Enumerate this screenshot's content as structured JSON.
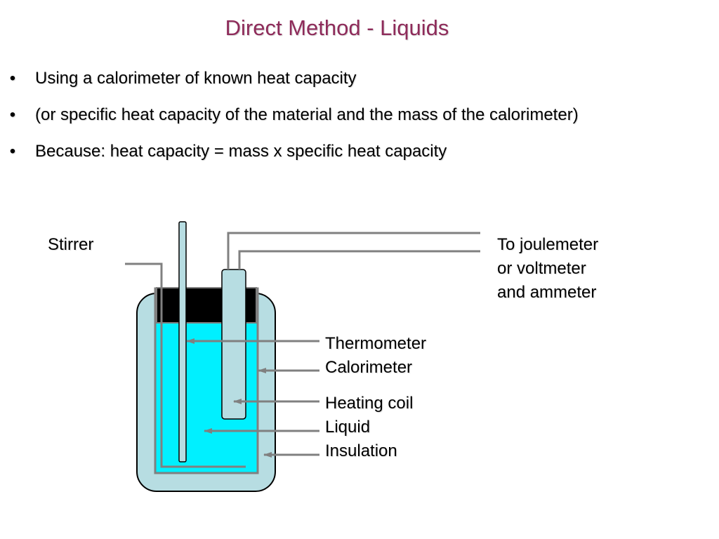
{
  "slide": {
    "title": "Direct Method - Liquids",
    "bullets": [
      "Using a calorimeter of known heat capacity",
      "(or specific heat capacity of the material and the mass of the calorimeter)",
      "Because: heat capacity = mass x specific heat  capacity"
    ],
    "bullet_symbol": "•"
  },
  "diagram": {
    "labels": {
      "stirrer": "Stirrer",
      "to_meters": [
        "To joulemeter",
        "or voltmeter",
        "and ammeter"
      ],
      "thermometer": "Thermometer",
      "calorimeter": "Calorimeter",
      "heating_coil": "Heating coil",
      "liquid": "Liquid",
      "insulation": "Insulation"
    },
    "colors": {
      "title": "#8e2b5a",
      "insulation": "#b7dde2",
      "liquid": "#00f0ff",
      "lid": "#000000",
      "wire": "#808080"
    }
  }
}
